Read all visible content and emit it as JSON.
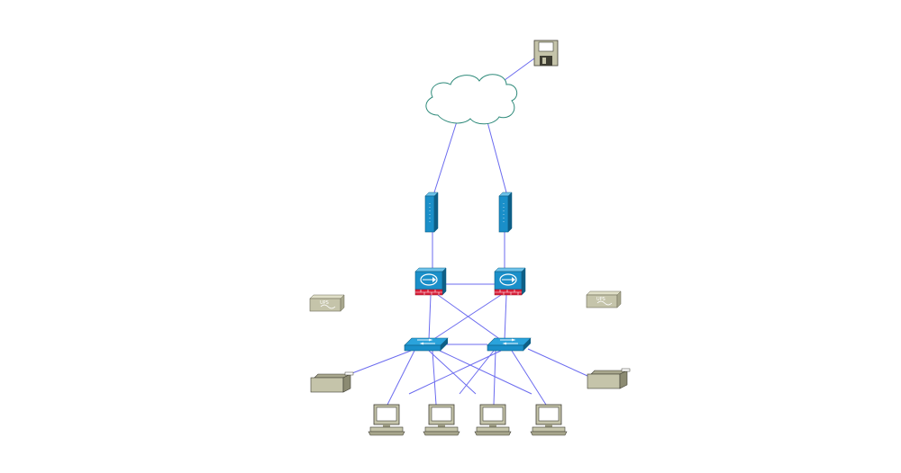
{
  "diagram": {
    "type": "network-topology",
    "colors": {
      "link": "#6b6bef",
      "cloud_stroke": "#2e8a7a",
      "cisco_blue": "#1a8fc9",
      "cisco_dark": "#0e5f86",
      "firewall_red": "#d9213a",
      "device_beige": "#c5c4aa",
      "device_dark": "#6d6b57"
    },
    "nodes": [
      {
        "id": "storage",
        "icon": "floppy-disk-icon"
      },
      {
        "id": "cloud",
        "icon": "cloud-icon"
      },
      {
        "id": "router-left",
        "icon": "router-icon"
      },
      {
        "id": "router-right",
        "icon": "router-icon"
      },
      {
        "id": "firewall-left",
        "icon": "firewall-icon"
      },
      {
        "id": "firewall-right",
        "icon": "firewall-icon"
      },
      {
        "id": "switch-left",
        "icon": "switch-icon"
      },
      {
        "id": "switch-right",
        "icon": "switch-icon"
      },
      {
        "id": "ups-left",
        "icon": "ups-icon",
        "label": "UPS"
      },
      {
        "id": "ups-right",
        "icon": "ups-icon",
        "label": "UPS"
      },
      {
        "id": "printer-left",
        "icon": "printer-icon"
      },
      {
        "id": "printer-right",
        "icon": "printer-icon"
      },
      {
        "id": "pc-1",
        "icon": "workstation-icon"
      },
      {
        "id": "pc-2",
        "icon": "workstation-icon"
      },
      {
        "id": "pc-3",
        "icon": "workstation-icon"
      },
      {
        "id": "pc-4",
        "icon": "workstation-icon"
      }
    ],
    "edges": [
      [
        "storage",
        "cloud"
      ],
      [
        "cloud",
        "router-left"
      ],
      [
        "cloud",
        "router-right"
      ],
      [
        "router-left",
        "firewall-left"
      ],
      [
        "router-right",
        "firewall-right"
      ],
      [
        "firewall-left",
        "firewall-right"
      ],
      [
        "firewall-left",
        "switch-left"
      ],
      [
        "firewall-left",
        "switch-right"
      ],
      [
        "firewall-right",
        "switch-left"
      ],
      [
        "firewall-right",
        "switch-right"
      ],
      [
        "switch-left",
        "switch-right"
      ],
      [
        "switch-left",
        "printer-left"
      ],
      [
        "switch-right",
        "printer-right"
      ],
      [
        "switch-left",
        "pc-1"
      ],
      [
        "switch-left",
        "pc-2"
      ],
      [
        "switch-left",
        "pc-3"
      ],
      [
        "switch-left",
        "pc-4"
      ],
      [
        "switch-right",
        "pc-1"
      ],
      [
        "switch-right",
        "pc-2"
      ],
      [
        "switch-right",
        "pc-3"
      ],
      [
        "switch-right",
        "pc-4"
      ]
    ]
  }
}
